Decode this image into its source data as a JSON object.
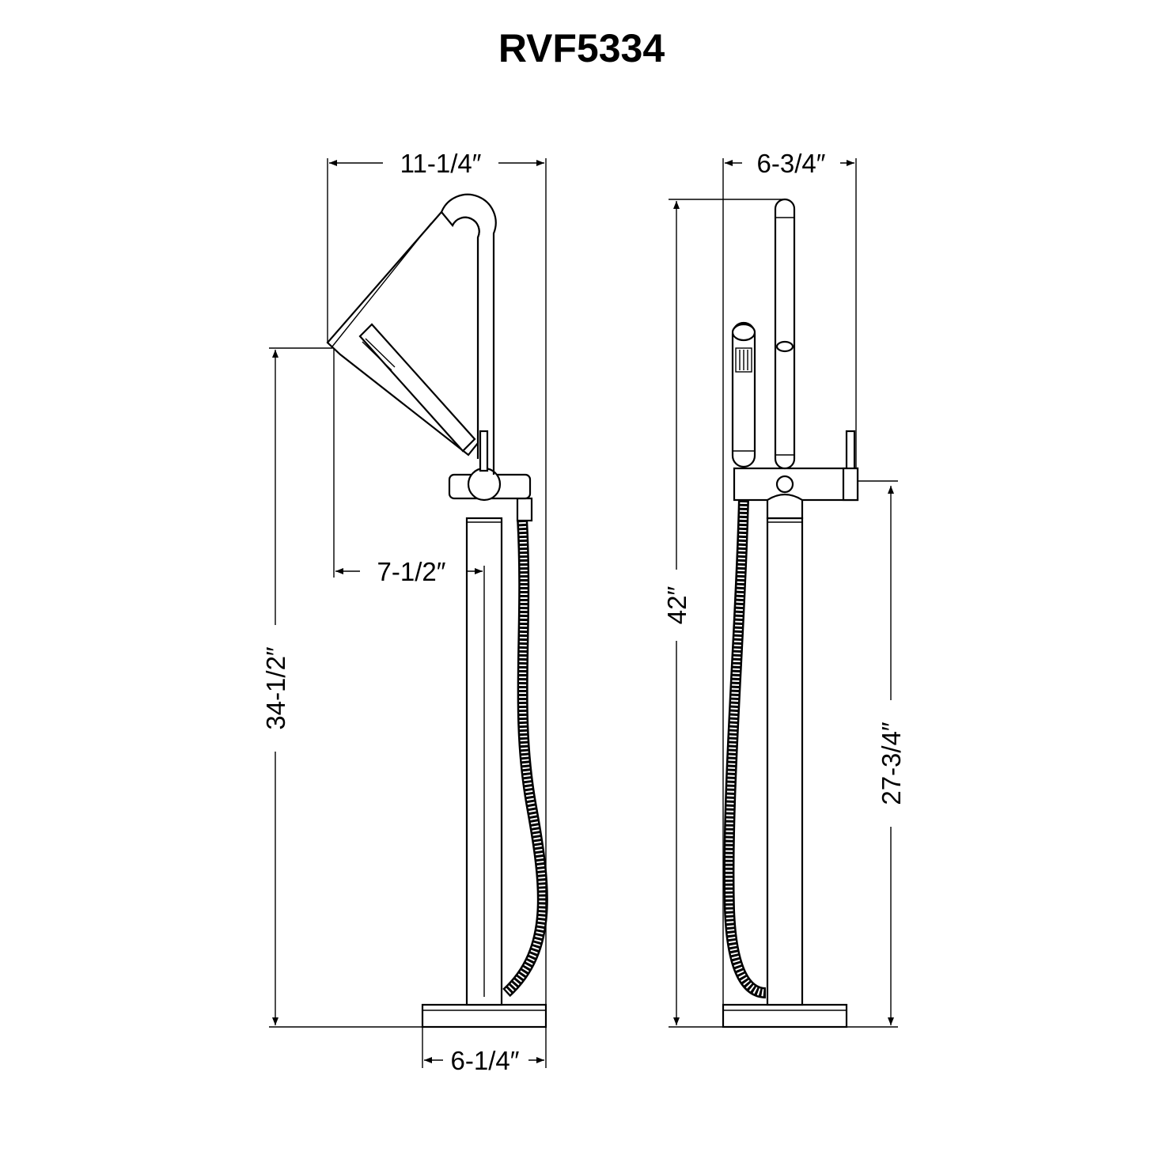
{
  "title": "RVF5334",
  "colors": {
    "line": "#000000",
    "background": "#ffffff"
  },
  "views": {
    "side": {
      "dimensions": {
        "overall_width": "11-1/4″",
        "spout_height": "34-1/2″",
        "spout_reach": "7-1/2″",
        "base_width": "6-1/4″"
      }
    },
    "front": {
      "dimensions": {
        "overall_width": "6-3/4″",
        "overall_height": "42″",
        "handle_height": "27-3/4″"
      }
    }
  }
}
